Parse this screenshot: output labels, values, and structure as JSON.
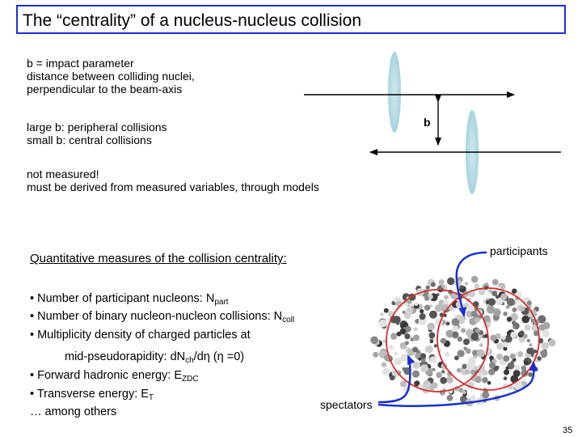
{
  "title": "The “centrality” of a nucleus-nucleus collision",
  "definition": {
    "line1": "b = impact parameter",
    "line2": "distance between colliding nuclei,",
    "line3": "perpendicular to the beam-axis"
  },
  "limits": {
    "line1": "large b: peripheral collisions",
    "line2": "small b: central collisions"
  },
  "not_measured": {
    "line1": "not measured!",
    "line2": "must be derived from measured variables, through models"
  },
  "b_label": "b",
  "quant_heading": "Quantitative measures of the collision centrality:",
  "measures": {
    "item1_text": "• Number of participant nucleons: N",
    "item1_sub": "part",
    "item2_text": "• Number of binary nucleon-nucleon collisions: N",
    "item2_sub": "coll",
    "item3_text": "• Multiplicity density of charged particles at",
    "item3b_pre": "mid-pseudorapidity: dN",
    "item3b_sub": "ch",
    "item3b_post": "/dη (η =0)",
    "item4_text": "• Forward hadronic energy: E",
    "item4_sub": "ZDC",
    "item5_text": "• Transverse energy: E",
    "item5_sub": "T",
    "item6_text": "… among others"
  },
  "participants_label": "participants",
  "spectators_label": "spectators",
  "page_number": "35",
  "colors": {
    "title_border": "#1d2fd6",
    "nucleus_fill": "#b9dde6",
    "arrow_blue": "#1a2fd0",
    "circle_red": "#d0302c"
  }
}
